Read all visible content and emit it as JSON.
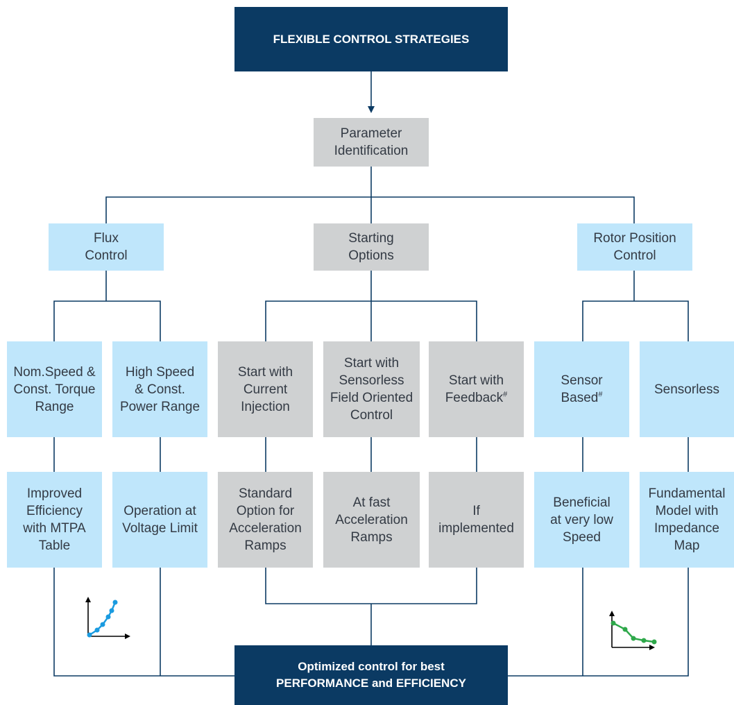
{
  "top": {
    "title": "FLEXIBLE CONTROL STRATEGIES"
  },
  "param": {
    "label": "Parameter\nIdentification"
  },
  "flux": {
    "label": "Flux\nControl"
  },
  "starting": {
    "label": "Starting\nOptions"
  },
  "rotor": {
    "label": "Rotor Position\nControl"
  },
  "row1": {
    "nom_speed": "Nom.Speed &\nConst. Torque\nRange",
    "high_speed": "High Speed\n& Const.\nPower Range",
    "current_injection": "Start with\nCurrent\nInjection",
    "sensorless_foc": "Start with\nSensorless\nField Oriented\nControl",
    "feedback": "Start with\nFeedback",
    "feedback_mark": "#",
    "sensor_based": "Sensor\nBased",
    "sensor_based_mark": "#",
    "sensorless": "Sensorless"
  },
  "row2": {
    "mtpa": "Improved\nEfficiency\nwith MTPA\nTable",
    "voltage_limit": "Operation at\nVoltage Limit",
    "standard_option": "Standard\nOption for\nAcceleration\nRamps",
    "fast_accel": "At fast\nAcceleration\nRamps",
    "if_implemented": "If\nimplemented",
    "low_speed": "Beneficial\nat very low\nSpeed",
    "fundamental_model": "Fundamental\nModel with\nImpedance\nMap"
  },
  "bottom": {
    "line1": "Optimized control for best",
    "line2": "PERFORMANCE and EFFICIENCY"
  },
  "colors": {
    "dark": "#0b3a63",
    "gray": "#cfd1d2",
    "blue": "#bfe6fb",
    "line": "#0b3a63",
    "icon_blue": "#1a9be0",
    "icon_green": "#2ea84a"
  },
  "icons": {
    "left": "rising-curve-chart-icon",
    "right": "falling-curve-chart-icon"
  }
}
